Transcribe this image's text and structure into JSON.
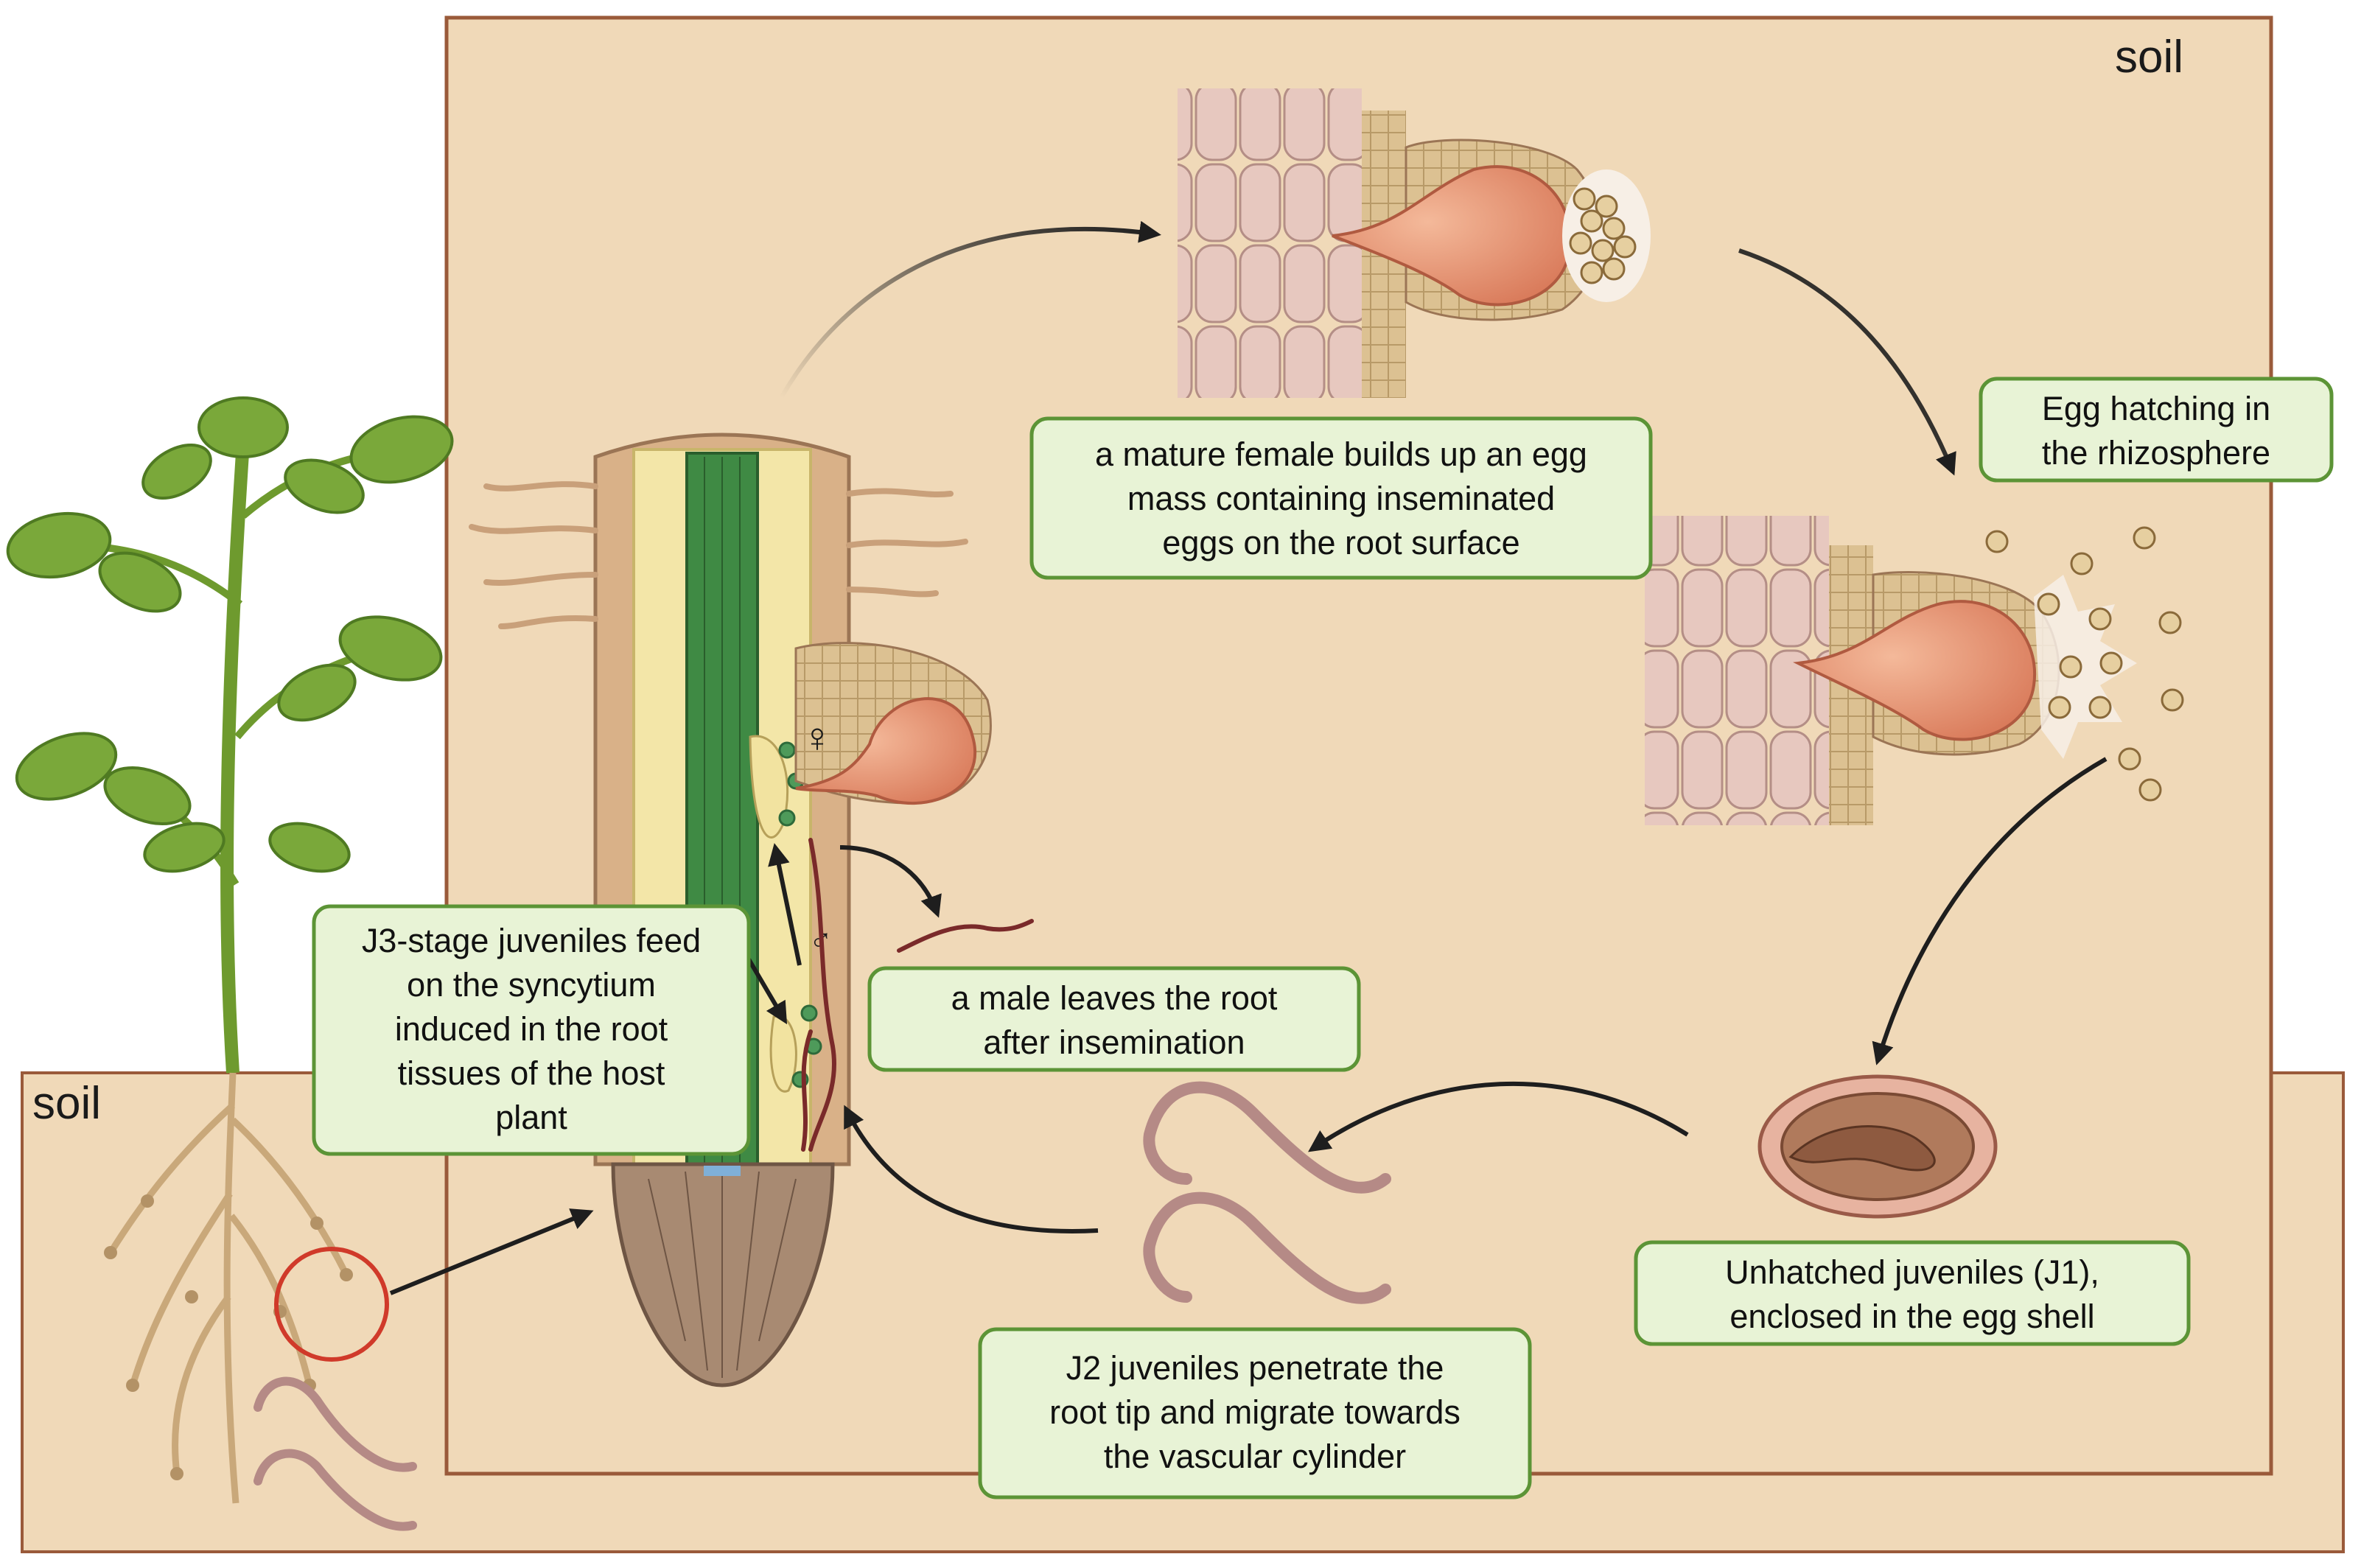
{
  "soil_labels": {
    "inner": "soil",
    "outer": "soil"
  },
  "symbols": {
    "female": "♀",
    "male": "♂"
  },
  "captions": {
    "female_egg_mass": [
      "a mature female builds up an egg",
      "mass containing inseminated",
      "eggs on the root surface"
    ],
    "egg_hatching": [
      "Egg hatching in",
      "the rhizosphere"
    ],
    "male_leaves": [
      "a male leaves the root",
      "after insemination"
    ],
    "j3_feed": [
      "J3-stage juveniles feed",
      "on the syncytium",
      "induced in the root",
      "tissues of the host",
      "plant"
    ],
    "j1_unhatched": [
      "Unhatched juveniles (J1),",
      "enclosed in the egg shell"
    ],
    "j2_penetrate": [
      "J2 juveniles penetrate the",
      "root tip and migrate towards",
      "the vascular cylinder"
    ]
  },
  "colors": {
    "soil": "#f0d9b8",
    "frame_border": "#9a5a3a",
    "label_fill": "#e8f3d6",
    "label_border": "#5c9436",
    "female_body": "#e99a7a",
    "root_cortex": "#d9b188",
    "vascular": "#3f8a44",
    "plant_leaf": "#7aa83a",
    "nematode": "#b58a86",
    "highlight_circle": "#d03a2a"
  },
  "icons": [
    "tomato-plant",
    "root-section",
    "female-nematode",
    "egg-mass",
    "hatching-eggs",
    "egg-capsule",
    "j2-juvenile",
    "male-nematode",
    "magnify-circle"
  ]
}
